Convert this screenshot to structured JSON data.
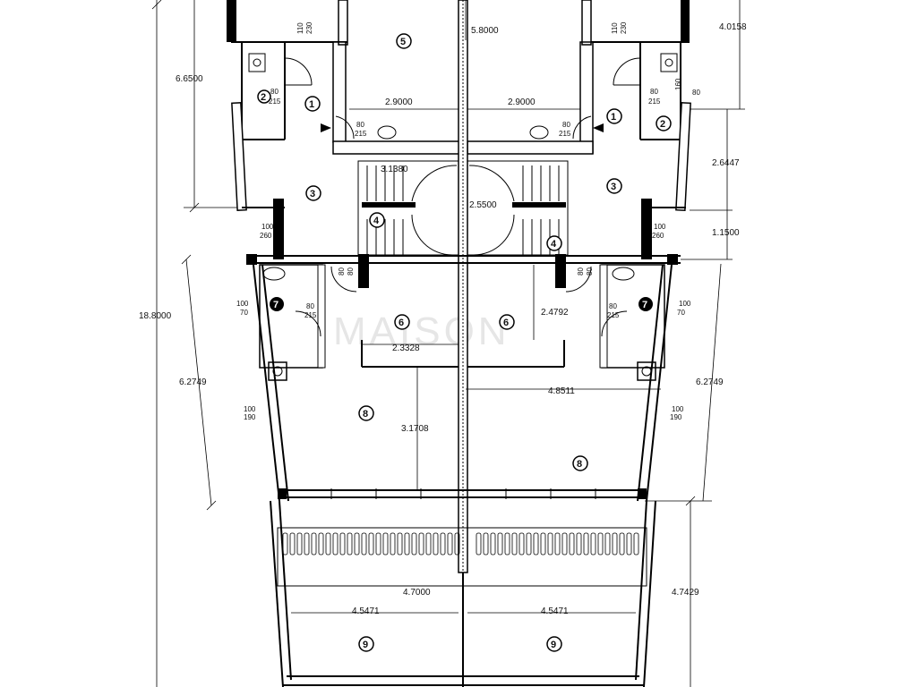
{
  "watermark": "MAISON",
  "dimensions": {
    "overall_height": "18.8000",
    "left_upper": "6.6500",
    "left_middle": "6.2749",
    "right_middle": "6.2749",
    "right_top": "4.0158",
    "right_upper": "2.6447",
    "right_step": "1.1500",
    "right_lower": "4.7429",
    "top_center": "5.8000",
    "wc_left": "2.9000",
    "wc_right": "2.9000",
    "stair_left": "3.1380",
    "stair_right": "2.5500",
    "living_height": "2.4792",
    "living_left": "2.3328",
    "living_right": "4.8511",
    "room8_height": "3.1708",
    "terrace_width": "4.7000",
    "terrace_left": "4.5471",
    "terrace_right": "4.5471"
  },
  "openings": {
    "o1": "110",
    "o1b": "230",
    "o2": "110",
    "o2b": "230",
    "o3": "80",
    "o3b": "215",
    "o4": "80",
    "o4b": "215",
    "o5": "80",
    "o5b": "215",
    "o6": "80",
    "o6b": "215",
    "o7": "100",
    "o7b": "260",
    "o8": "100",
    "o8b": "260",
    "o9": "100",
    "o9b": "70",
    "o10": "100",
    "o10b": "70",
    "o11": "80",
    "o11b": "215",
    "o12": "80",
    "o12b": "215",
    "o13": "100",
    "o13b": "190",
    "o14": "100",
    "o14b": "190",
    "o15": "80",
    "o15b": "80",
    "o16": "80",
    "o16b": "80",
    "o17": "160",
    "o18": "80"
  },
  "rooms": {
    "r1a": "1",
    "r1b": "1",
    "r2a": "2",
    "r2b": "2",
    "r3a": "3",
    "r3b": "3",
    "r4a": "4",
    "r4b": "4",
    "r5a": "5",
    "r6a": "6",
    "r6b": "6",
    "r7a": "7",
    "r7b": "7",
    "r8a": "8",
    "r8b": "8",
    "r9a": "9",
    "r9b": "9"
  }
}
